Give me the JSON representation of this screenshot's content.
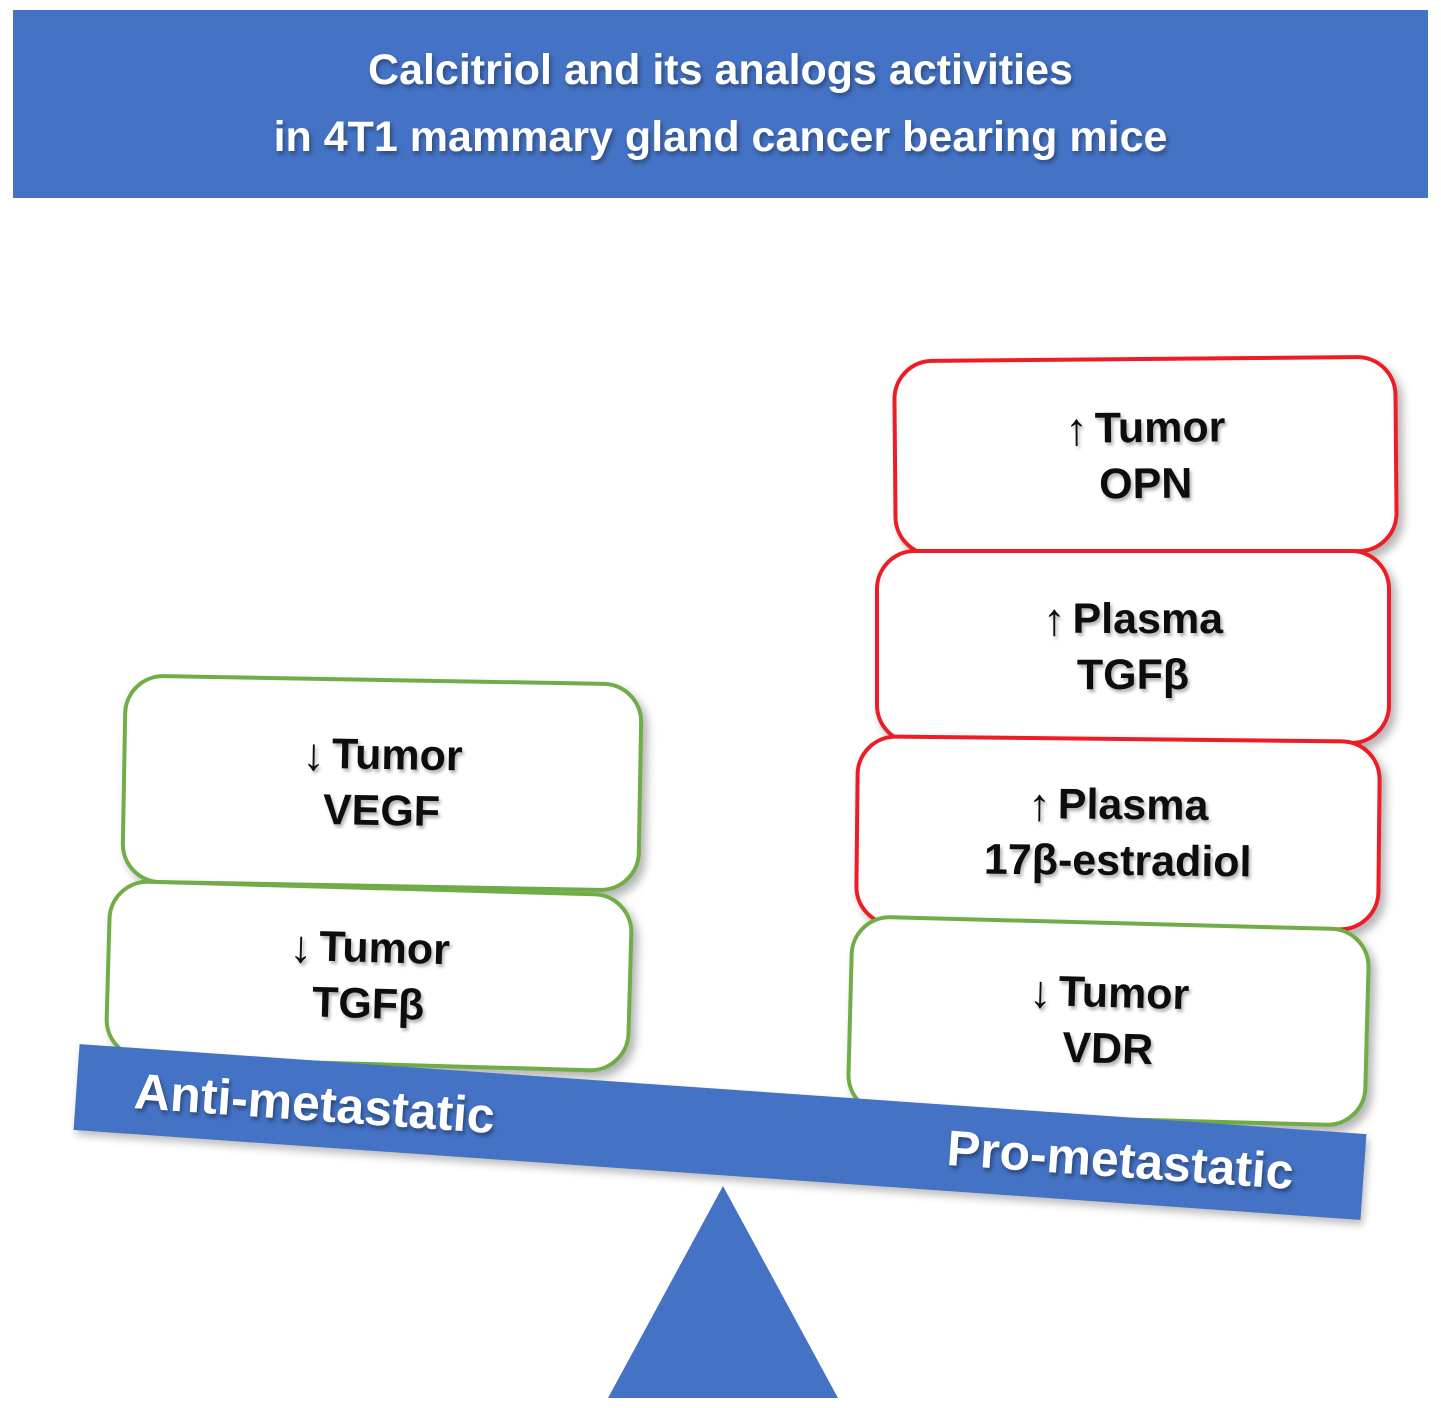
{
  "title": {
    "line1": "Calcitriol and its analogs activities",
    "line2": "in 4T1 mammary gland cancer bearing mice"
  },
  "balance": {
    "left_label": "Anti-metastatic",
    "right_label": "Pro-metastatic"
  },
  "left_boxes": [
    {
      "arrow": "↓",
      "line1": "Tumor",
      "line2": "VEGF",
      "border": "green"
    },
    {
      "arrow": "↓",
      "line1": "Tumor",
      "line2": "TGFβ",
      "border": "green"
    }
  ],
  "right_boxes": [
    {
      "arrow": "↑",
      "line1": "Tumor",
      "line2": "OPN",
      "border": "red"
    },
    {
      "arrow": "↑",
      "line1": "Plasma",
      "line2": "TGFβ",
      "border": "red"
    },
    {
      "arrow": "↑",
      "line1": "Plasma",
      "line2": "17β-estradiol",
      "border": "red"
    },
    {
      "arrow": "↓",
      "line1": "Tumor",
      "line2": "VDR",
      "border": "green"
    }
  ],
  "colors": {
    "banner_blue": "#4472C4",
    "beam_blue": "#4472C4",
    "green_border": "#70AD47",
    "red_border": "#EE1C25",
    "text_black": "#0D0D0D",
    "text_white": "#FFFFFF"
  }
}
